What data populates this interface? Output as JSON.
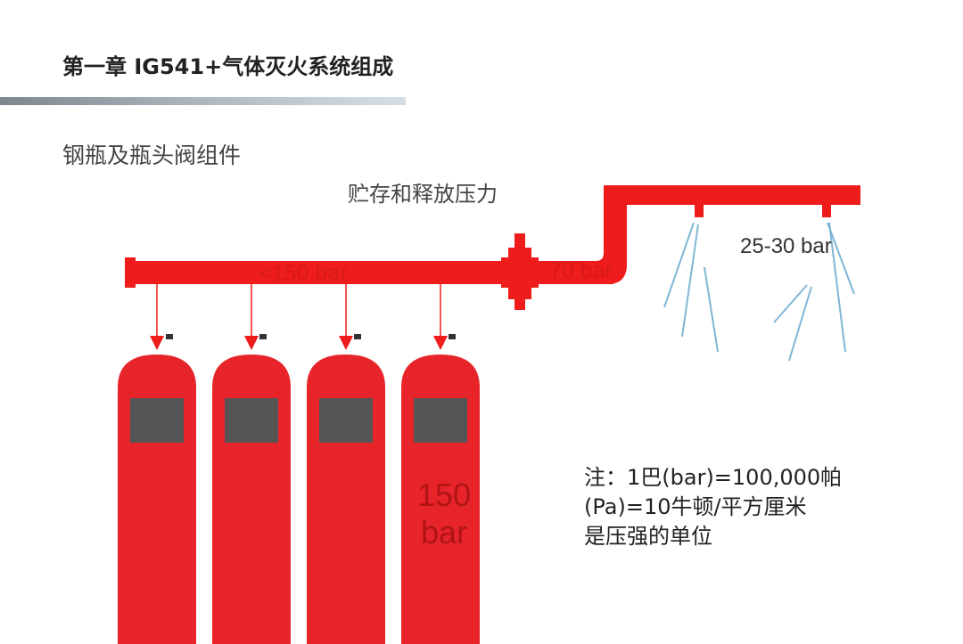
{
  "header": {
    "title": "第一章 IG541+气体灭火系统组成"
  },
  "diagram": {
    "component_label": "钢瓶及瓶头阀组件",
    "function_label": "贮存和释放压力",
    "pipe_pressure": "<150 bar",
    "reduced_pressure": "70 bar",
    "nozzle_pressure": "25-30 bar",
    "tank_pressure_value": "150",
    "tank_pressure_unit": "bar",
    "cylinder_count": 4,
    "nozzle_count": 2
  },
  "note": {
    "line1": "注：1巴(bar)=100,000帕",
    "line2": "(Pa)=10牛顿/平方厘米",
    "line3": "是压强的单位"
  },
  "colors": {
    "pipe_red": "#ef1c1c",
    "cylinder_red": "#e8242b",
    "window_gray": "#555555",
    "spray_blue": "#7fb6d6"
  }
}
